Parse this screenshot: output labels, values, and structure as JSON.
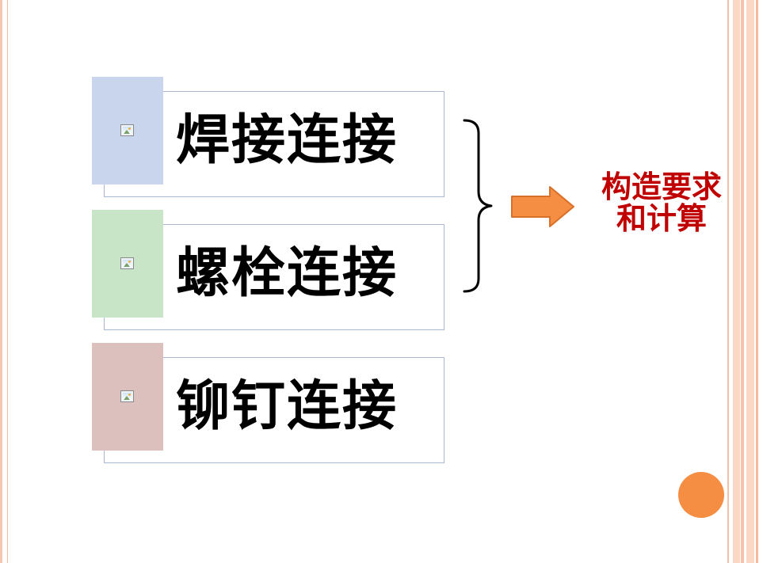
{
  "rows": [
    {
      "label": "焊接连接",
      "accent": "#c9d5ec",
      "icon": "picture-icon"
    },
    {
      "label": "螺栓连接",
      "accent": "#c8e6c7",
      "icon": "picture-icon"
    },
    {
      "label": "铆钉连接",
      "accent": "#dcc0be",
      "icon": "picture-icon"
    }
  ],
  "result": {
    "line1": "构造要求",
    "line2": "和计算",
    "color": "#c00000"
  },
  "arrow": {
    "icon": "right-arrow-icon",
    "color": "#f58d42"
  },
  "brace": {
    "icon": "right-brace-icon"
  },
  "circle": {
    "color": "#f58d42"
  }
}
